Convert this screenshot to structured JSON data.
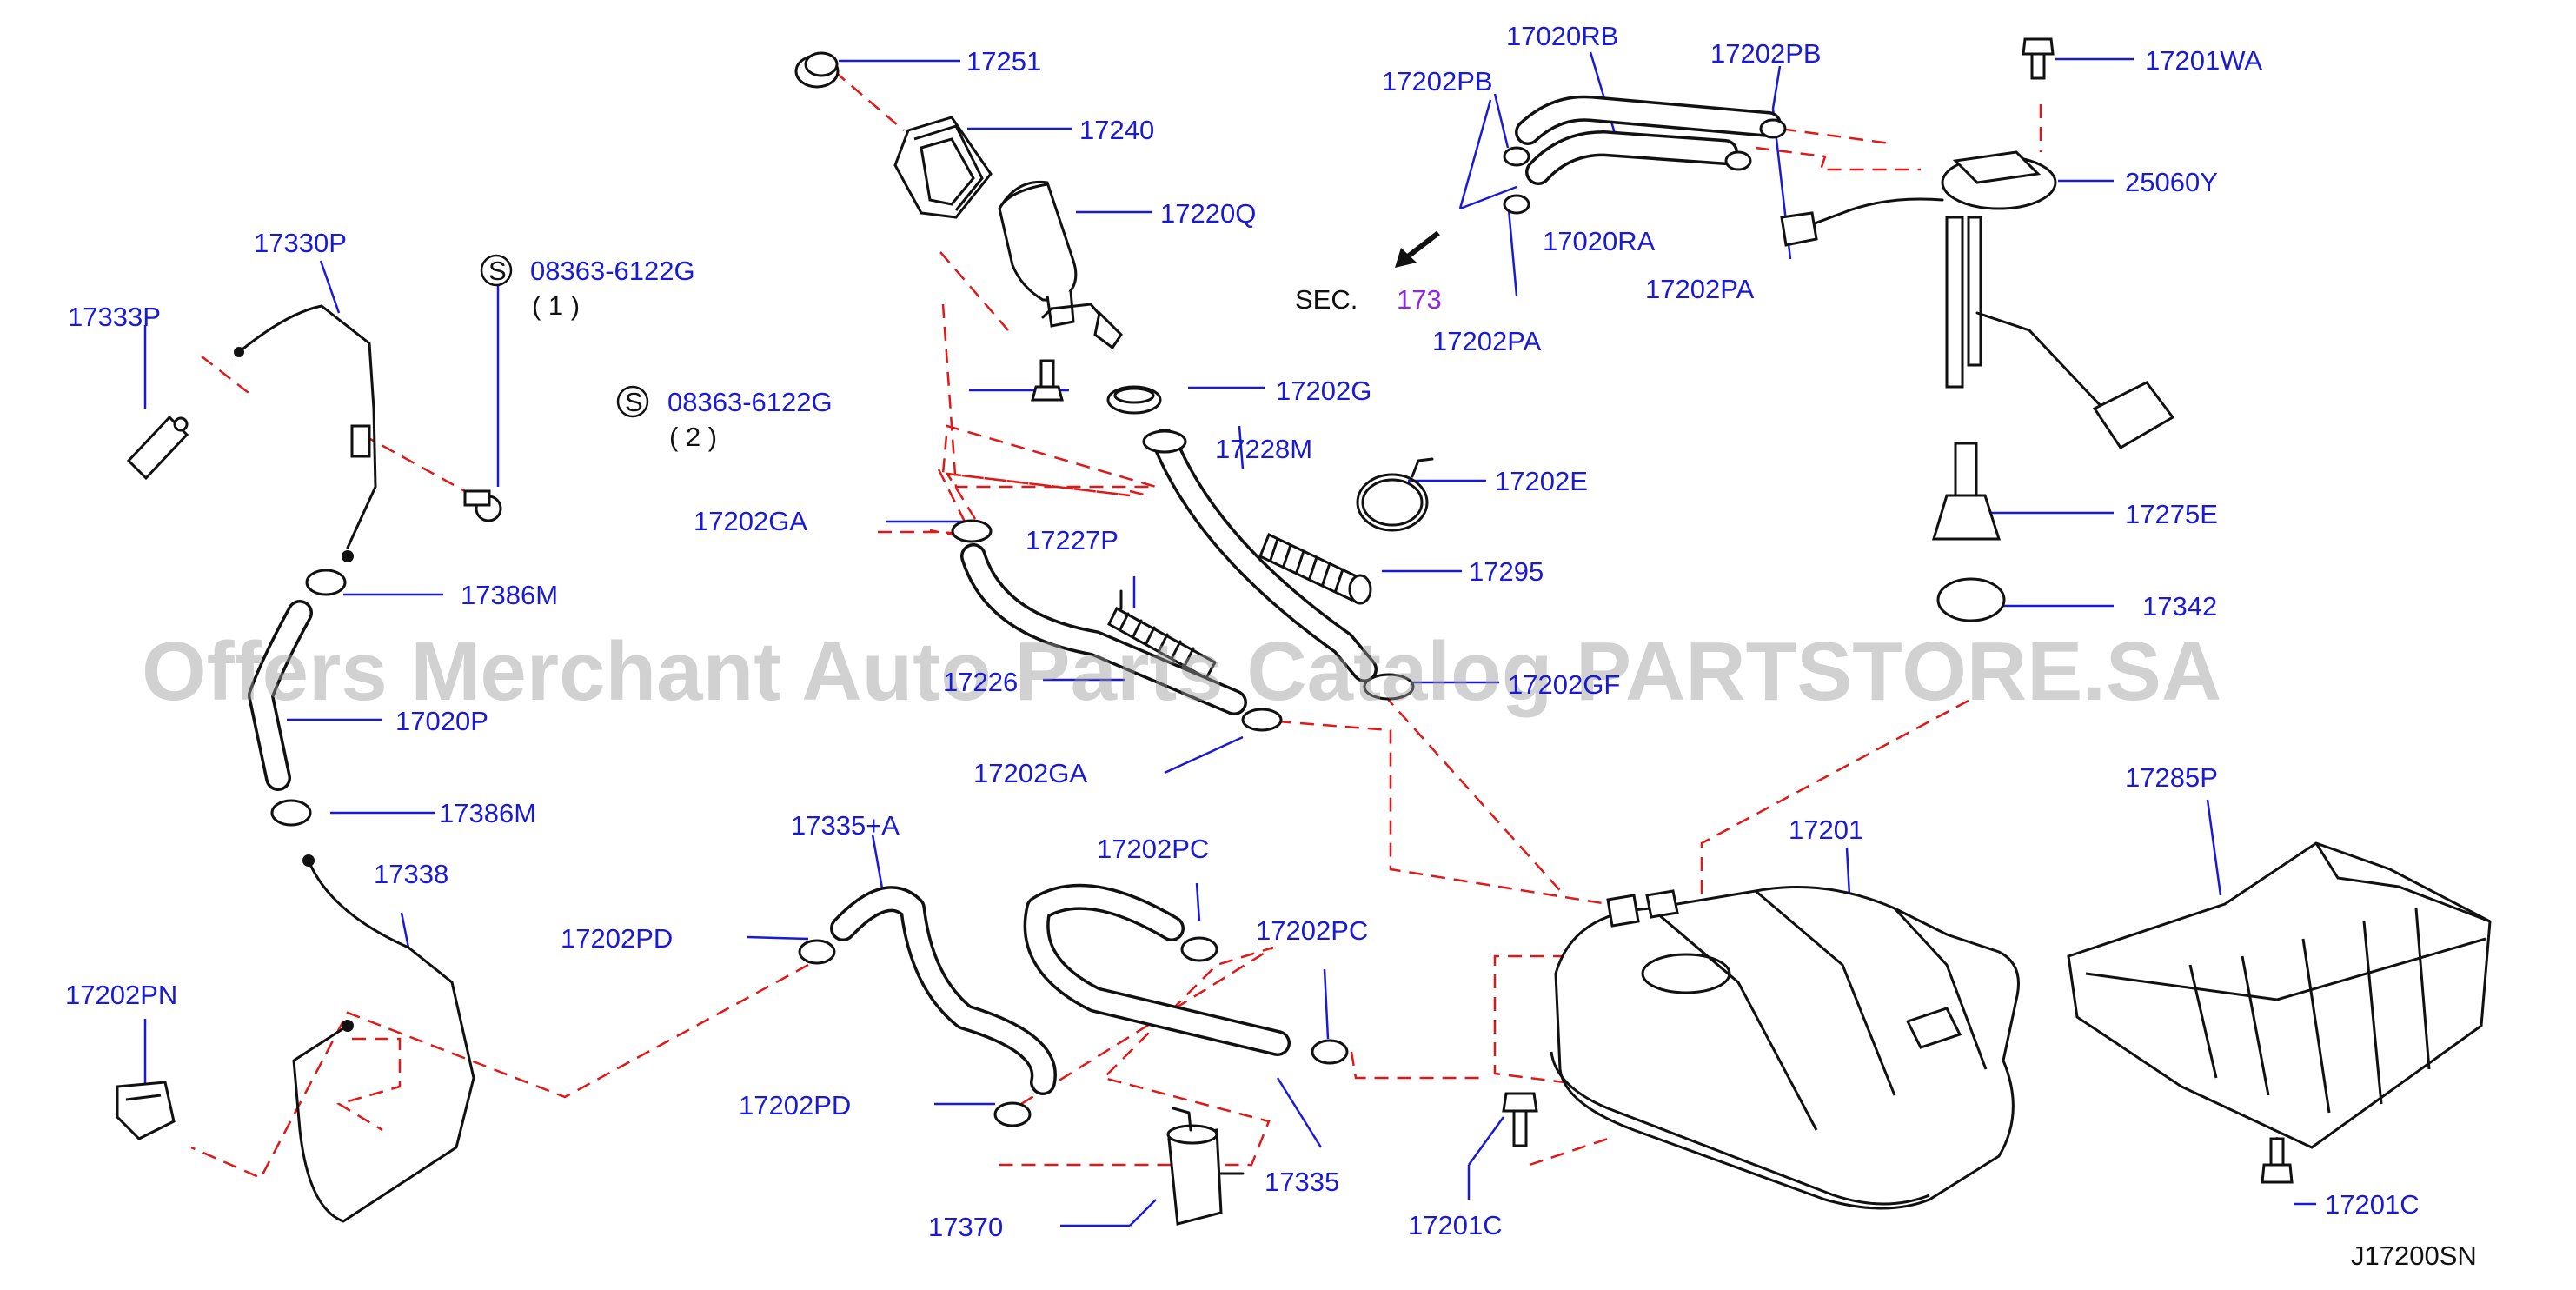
{
  "diagram_code": "J17200SN",
  "watermark": "Offers Merchant Auto Parts Catalog PARTSTORE.SA",
  "sec_ref": {
    "prefix": "SEC.",
    "number": "173"
  },
  "callouts": [
    {
      "id": "c-17251",
      "text": "17251"
    },
    {
      "id": "c-17240",
      "text": "17240"
    },
    {
      "id": "c-17220Q",
      "text": "17220Q"
    },
    {
      "id": "c-17202G",
      "text": "17202G"
    },
    {
      "id": "c-17228M",
      "text": "17228M"
    },
    {
      "id": "c-17202E",
      "text": "17202E"
    },
    {
      "id": "c-17295",
      "text": "17295"
    },
    {
      "id": "c-17227P",
      "text": "17227P"
    },
    {
      "id": "c-17202GA-1",
      "text": "17202GA"
    },
    {
      "id": "c-17226",
      "text": "17226"
    },
    {
      "id": "c-17202GF",
      "text": "17202GF"
    },
    {
      "id": "c-17202GA-2",
      "text": "17202GA"
    },
    {
      "id": "c-17020RB",
      "text": "17020RB"
    },
    {
      "id": "c-17202PB-1",
      "text": "17202PB"
    },
    {
      "id": "c-17202PB-2",
      "text": "17202PB"
    },
    {
      "id": "c-17201WA",
      "text": "17201WA"
    },
    {
      "id": "c-25060Y",
      "text": "25060Y"
    },
    {
      "id": "c-17020RA",
      "text": "17020RA"
    },
    {
      "id": "c-17202PA-1",
      "text": "17202PA"
    },
    {
      "id": "c-17202PA-2",
      "text": "17202PA"
    },
    {
      "id": "c-17275E",
      "text": "17275E"
    },
    {
      "id": "c-17342",
      "text": "17342"
    },
    {
      "id": "c-17330P",
      "text": "17330P"
    },
    {
      "id": "c-17333P",
      "text": "17333P"
    },
    {
      "id": "c-08363-1",
      "text": "08363-6122G"
    },
    {
      "id": "c-08363-1-qty",
      "text": "( 1 )"
    },
    {
      "id": "c-08363-2",
      "text": "08363-6122G"
    },
    {
      "id": "c-08363-2-qty",
      "text": "( 2 )"
    },
    {
      "id": "c-17386M-1",
      "text": "17386M"
    },
    {
      "id": "c-17020P",
      "text": "17020P"
    },
    {
      "id": "c-17386M-2",
      "text": "17386M"
    },
    {
      "id": "c-17338",
      "text": "17338"
    },
    {
      "id": "c-17202PN",
      "text": "17202PN"
    },
    {
      "id": "c-17335A",
      "text": "17335+A"
    },
    {
      "id": "c-17202PD-1",
      "text": "17202PD"
    },
    {
      "id": "c-17202PD-2",
      "text": "17202PD"
    },
    {
      "id": "c-17202PC-1",
      "text": "17202PC"
    },
    {
      "id": "c-17202PC-2",
      "text": "17202PC"
    },
    {
      "id": "c-17370",
      "text": "17370"
    },
    {
      "id": "c-17335",
      "text": "17335"
    },
    {
      "id": "c-17201",
      "text": "17201"
    },
    {
      "id": "c-17201C-1",
      "text": "17201C"
    },
    {
      "id": "c-17285P",
      "text": "17285P"
    },
    {
      "id": "c-17201C-2",
      "text": "17201C"
    }
  ],
  "screw_symbol": "S"
}
